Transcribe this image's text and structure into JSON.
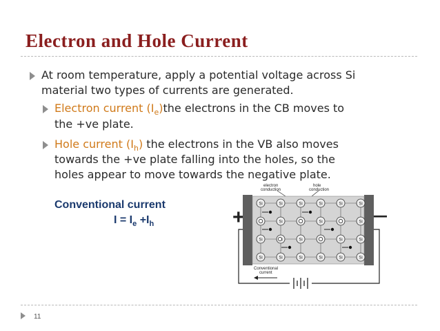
{
  "slide": {
    "title": "Electron and Hole Current",
    "bullet1": {
      "line1": "At room temperature,  apply a potential voltage across Si",
      "line2": "material two  types of currents are generated."
    },
    "sub1": {
      "label_pre": "Electron current (I",
      "label_sub": "e",
      "label_post": ")",
      "text_a": "the electrons in the CB moves to",
      "text_b": "the +ve plate."
    },
    "sub2": {
      "label_pre": "Hole current (I",
      "label_sub": "h",
      "label_post": ")",
      "text_a": " the electrons in the VB also moves",
      "line2": "towards the +ve plate falling into the holes, so the",
      "line3": "holes appear to move towards the negative plate."
    },
    "conventional": {
      "heading": "Conventional current",
      "eq_pre": "I = I",
      "eq_sub1": "e",
      "eq_mid": " +I",
      "eq_sub2": "h"
    },
    "page_number": "11"
  },
  "diagram": {
    "label_electron": "electron",
    "label_conduction1": "conduction",
    "label_hole": "hole",
    "label_conduction2": "conduction",
    "plus_sign": "+",
    "minus_sign": "—",
    "atom_label": "Si",
    "label_conventional": "Conventional",
    "label_current": "current",
    "colors": {
      "plate": "#5f5f5f",
      "crystal": "#d4d4d4",
      "accent_title": "#8a1e1e",
      "orange_text": "#d07a1a",
      "blue_text": "#1b3a6e"
    }
  }
}
